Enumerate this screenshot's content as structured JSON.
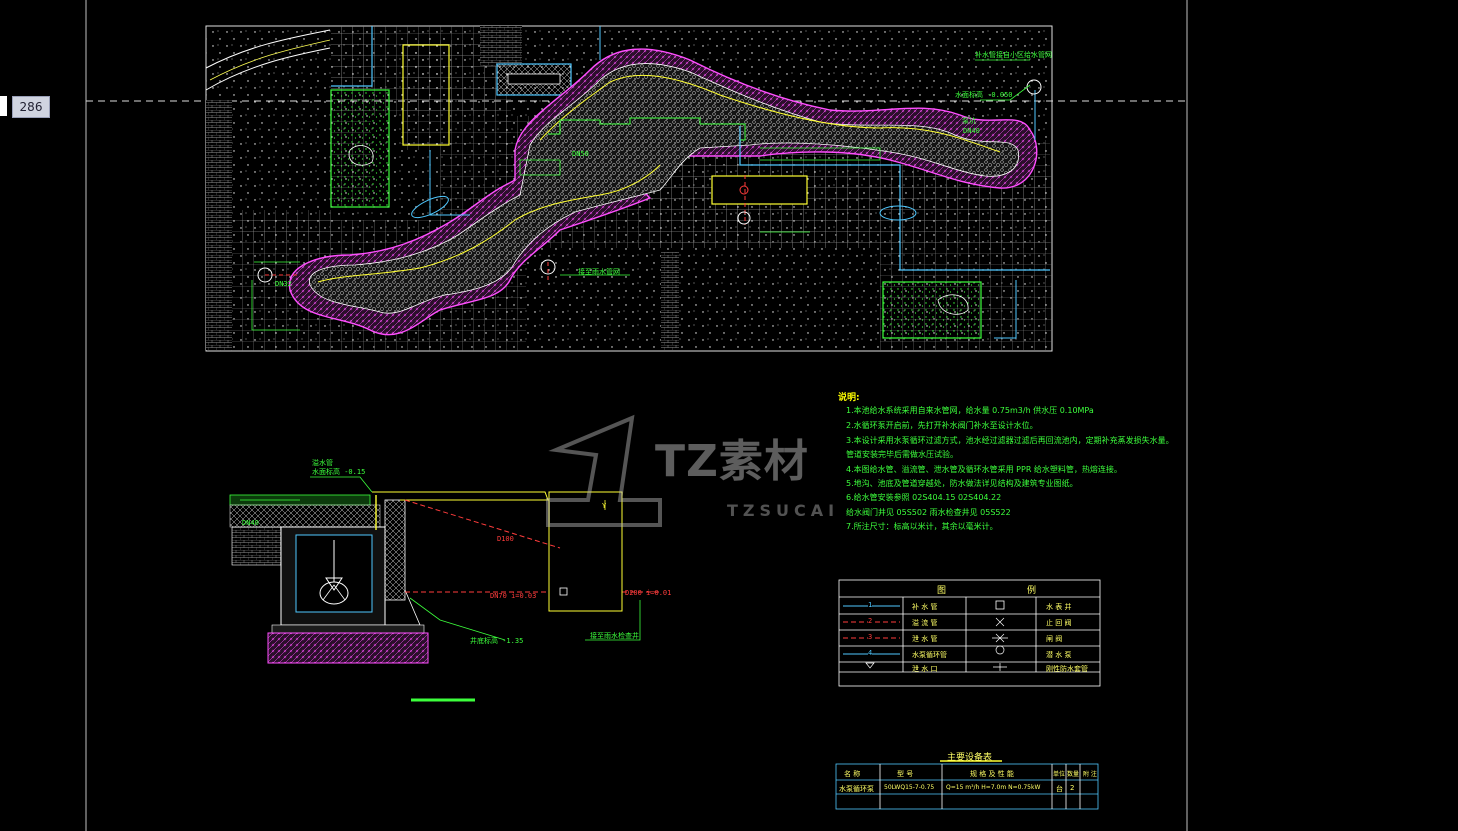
{
  "viewport": {
    "layout_tab_number": "286"
  },
  "watermark": {
    "brand": "TZ素材",
    "brand_sub": "TZSUCAI"
  },
  "notes": {
    "title": "说明:",
    "lines": [
      "1.本池给水系统采用自来水管网，给水量 0.75m3/h  供水压 0.10MPa",
      "2.水循环泵开启前，先打开补水阀门补水至设计水位。",
      "3.本设计采用水泵循环过滤方式，池水经过滤器过滤后再回流池内，定期补充蒸发损失水量。",
      "   管道安装完毕后需做水压试验。",
      "4.本图给水管、溢流管、泄水管及循环水管采用 PPR 给水塑料管，热熔连接。",
      "5.地沟、池底及管道穿越处，防水做法详见结构及建筑专业图纸。",
      "6.给水管安装参照 02S404.15  02S404.22",
      "   给水阀门井见 05S502    雨水检查井见 05S522",
      "7.所注尺寸：标高以米计，其余以毫米计。"
    ]
  },
  "legend": {
    "title_left": "图",
    "title_right": "例",
    "rows": [
      {
        "line_label": "1",
        "color": "#4fc8ff",
        "name": "补 水 管",
        "symbol_name": "水 表 井"
      },
      {
        "line_label": "2",
        "color": "#ff3c3c",
        "name": "溢 流 管",
        "symbol_name": "止 回 阀"
      },
      {
        "line_label": "3",
        "color": "#ff3c3c",
        "name": "泄 水 管",
        "symbol_name": "闸 阀"
      },
      {
        "line_label": "4",
        "color": "#4fc8ff",
        "name": "水泵循环管",
        "symbol_name": "潜 水 泵"
      },
      {
        "line_label": "",
        "color": "#ffffff",
        "name": "泄 水 口",
        "symbol_name": "刚性防水套管"
      }
    ]
  },
  "equipment": {
    "title": "主要设备表",
    "headers": [
      "名 称",
      "型 号",
      "规 格 及 性 能",
      "单位",
      "数量",
      "附 注"
    ],
    "row": [
      "水泵循环泵",
      "50LWQ15-7-0.75",
      "Q=15 m³/h  H=7.0m  N=0.75kW",
      "台",
      "2",
      ""
    ]
  },
  "plan_labels": {
    "water_level": "水面标高 -0.050",
    "drain_to_rain": "接至雨水管网",
    "inlet_note": "补水管接自小区给水管网",
    "pump_pit": "泵坑",
    "dn40": "DN40",
    "dn32": "DN32",
    "dn50": "DN50"
  },
  "section_labels": {
    "water_surface": "水面标高 -0.15",
    "overflow": "溢水管",
    "pit_bottom": "井底标高 -1.35",
    "connect_rain": "接至雨水检查井",
    "d100": "D100",
    "dn70": "DN70 i=0.03",
    "d200": "D200 i=0.01",
    "dn40": "DN40",
    "y": "Y"
  }
}
